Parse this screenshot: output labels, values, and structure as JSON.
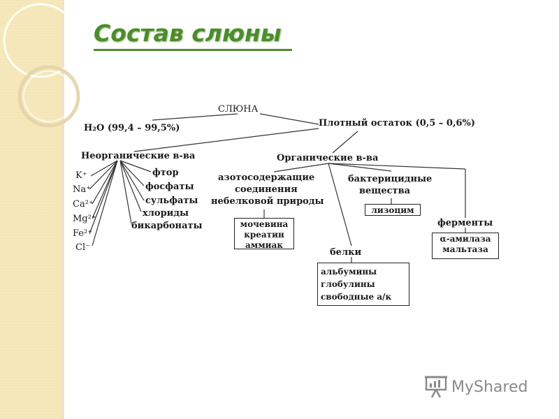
{
  "title": "Состав слюны",
  "root": "СЛЮНА",
  "water": "H₂O (99,4 – 99,5%)",
  "dense_residue": "Плотный остаток (0,5 – 0,6%)",
  "inorganic": {
    "label": "Неорганические в-ва",
    "cations": [
      "K⁺",
      "Na⁺",
      "Ca²⁺",
      "Mg²⁺",
      "Fe²⁺",
      "Cl⁻"
    ],
    "anions": [
      "фтор",
      "фосфаты",
      "сульфаты",
      "хлориды",
      "бикарбонаты"
    ]
  },
  "organic": {
    "label": "Органические в-ва",
    "nitrogen_label": [
      "азотосодержащие",
      "соединения",
      "небелковой природы"
    ],
    "nitrogen_items": [
      "мочевина",
      "креатин",
      "аммиак"
    ],
    "bactericidal_label": [
      "бактерицидные",
      "вещества"
    ],
    "bactericidal_items": [
      "лизоцим"
    ],
    "enzymes_label": "ферменты",
    "enzymes_items": [
      "α-амилаза",
      "мальтаза"
    ],
    "proteins_label": "белки",
    "proteins_items": [
      "альбумины",
      "глобулины",
      "свободные а/к"
    ]
  },
  "watermark": "MyShared"
}
